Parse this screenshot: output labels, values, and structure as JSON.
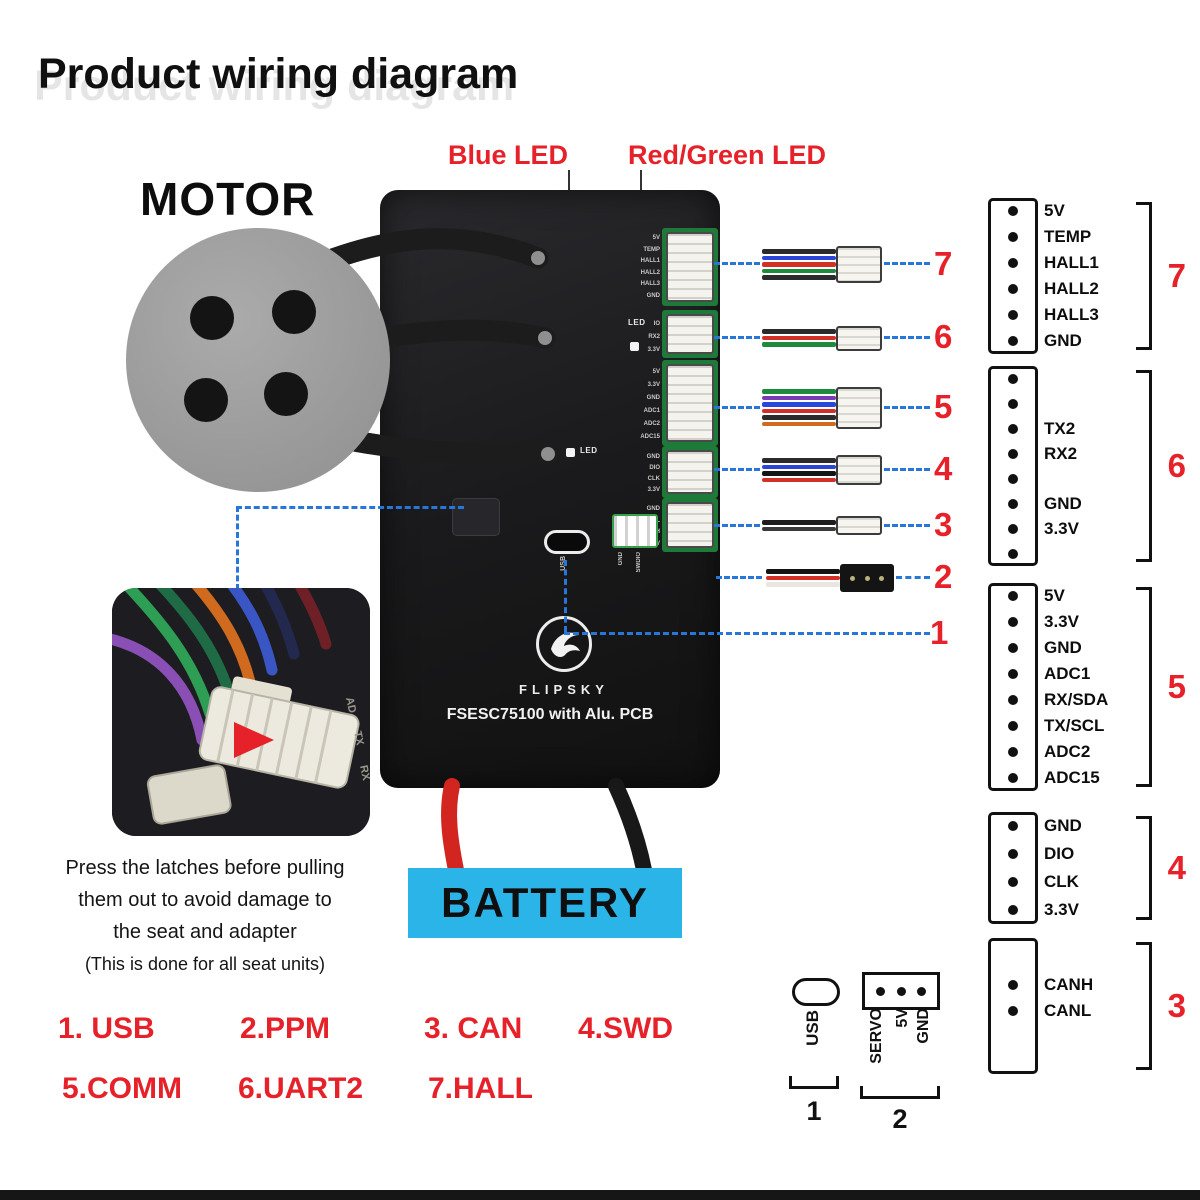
{
  "title": "Product wiring diagram",
  "motor_label": "MOTOR",
  "led_labels": {
    "blue": "Blue LED",
    "red_green": "Red/Green LED"
  },
  "battery_label": "BATTERY",
  "board": {
    "model": "FSESC75100 with Alu. PCB",
    "brand": "FLIPSKY",
    "led_label": "LED",
    "usb_label": "USB",
    "swd_labels": [
      "GND",
      "SWDIO"
    ],
    "silkscreen": {
      "hall": [
        "5V",
        "TEMP",
        "HALL1",
        "HALL2",
        "HALL3",
        "GND"
      ],
      "uart": [
        "IO",
        "RX2",
        "3.3V"
      ],
      "comm": [
        "5V",
        "3.3V",
        "GND",
        "ADC1",
        "ADC2",
        "ADC15"
      ],
      "swd_port": [
        "GND",
        "DIO",
        "CLK",
        "3.3V"
      ],
      "can": [
        "GND",
        "CANL",
        "CANH",
        "5V"
      ]
    }
  },
  "callouts": [
    "7",
    "6",
    "5",
    "4",
    "3",
    "2",
    "1"
  ],
  "pinouts": [
    {
      "number": "7",
      "pins": [
        "5V",
        "TEMP",
        "HALL1",
        "HALL2",
        "HALL3",
        "GND"
      ]
    },
    {
      "number": "6",
      "pins": [
        "",
        "",
        "TX2",
        "RX2",
        "",
        "GND",
        "3.3V",
        ""
      ]
    },
    {
      "number": "5",
      "pins": [
        "5V",
        "3.3V",
        "GND",
        "ADC1",
        "RX/SDA",
        "TX/SCL",
        "ADC2",
        "ADC15"
      ]
    },
    {
      "number": "4",
      "pins": [
        "GND",
        "DIO",
        "CLK",
        "3.3V"
      ]
    },
    {
      "number": "3",
      "pins": [
        "CANH",
        "CANL"
      ]
    }
  ],
  "note_lines": [
    "Press the latches before pulling",
    "them out to avoid damage to",
    "the seat and adapter",
    "(This is done for all seat units)"
  ],
  "photo_pin_labels": [
    "AD",
    "TX",
    "RX"
  ],
  "legend": {
    "row1": [
      "1. USB",
      "2.PPM",
      "3. CAN",
      "4.SWD"
    ],
    "row2": [
      "5.COMM",
      "6.UART2",
      "7.HALL"
    ]
  },
  "bottom": {
    "usb_label": "USB",
    "usb_number": "1",
    "servo_labels": [
      "SERVO",
      "5V",
      "GND"
    ],
    "servo_number": "2"
  },
  "colors": {
    "red": "#e62129",
    "dash_blue": "#2776d8",
    "battery": "#2ab4e8",
    "board": "#1a1a1c",
    "motor": "#9d9d9d"
  }
}
